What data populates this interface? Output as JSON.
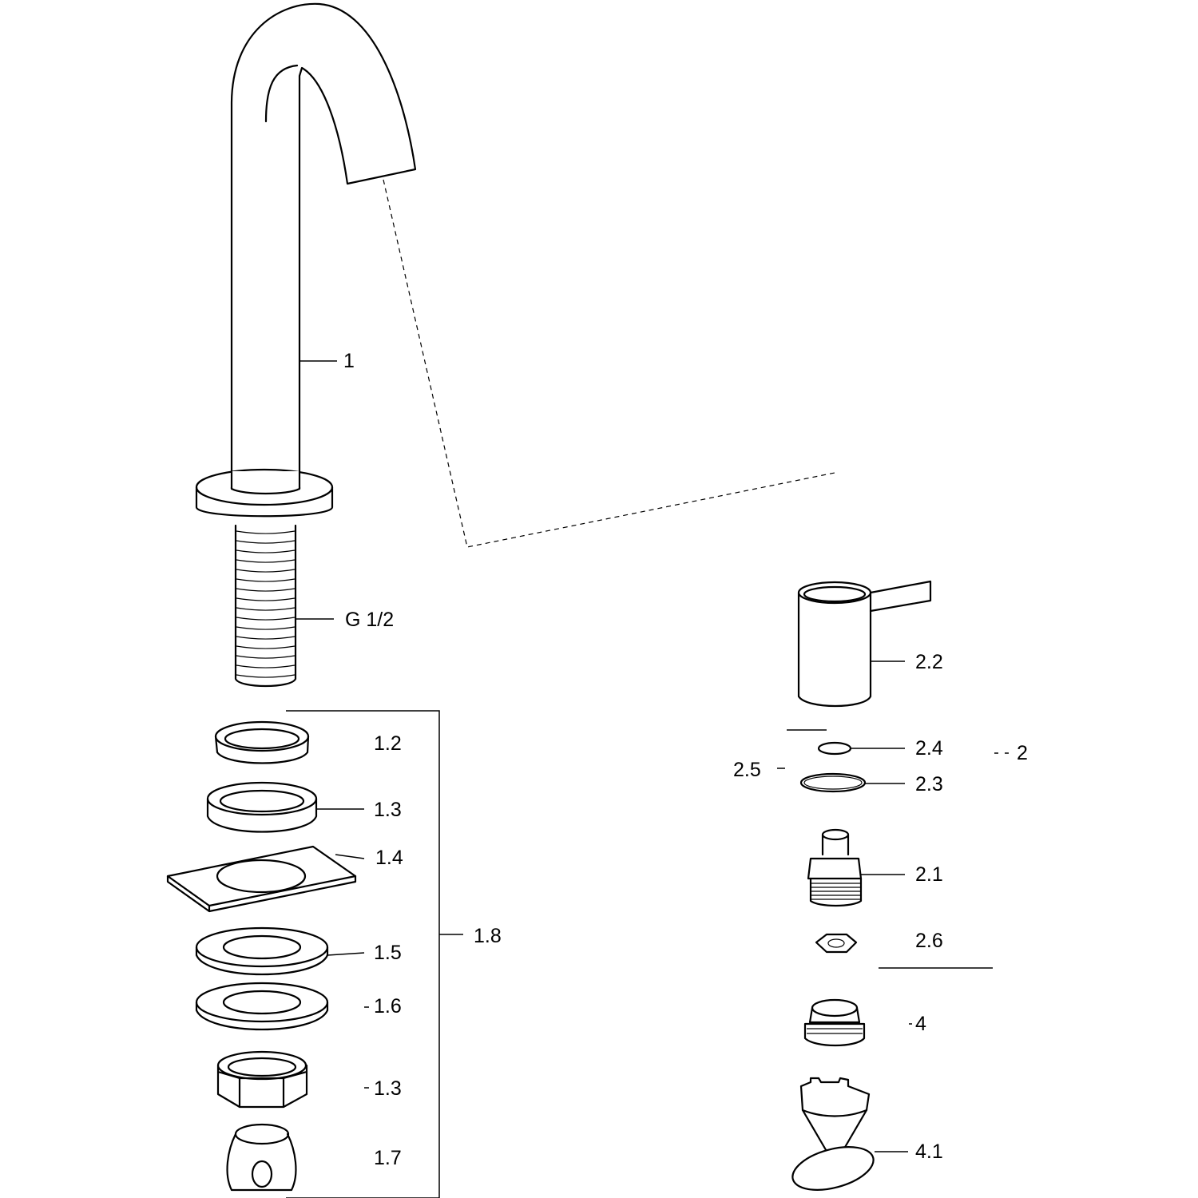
{
  "labels": {
    "spout": "1",
    "thread": "G 1/2",
    "p1_2": "1.2",
    "p1_3a": "1.3",
    "p1_4": "1.4",
    "p1_5": "1.5",
    "p1_8": "1.8",
    "p1_6": "1.6",
    "p1_3b": "1.3",
    "p1_7": "1.7",
    "p2_2": "2.2",
    "p2_4": "2.4",
    "p2": "2",
    "p2_5": "2.5",
    "p2_3": "2.3",
    "p2_1": "2.1",
    "p2_6": "2.6",
    "p4": "4",
    "p4_1": "4.1"
  }
}
